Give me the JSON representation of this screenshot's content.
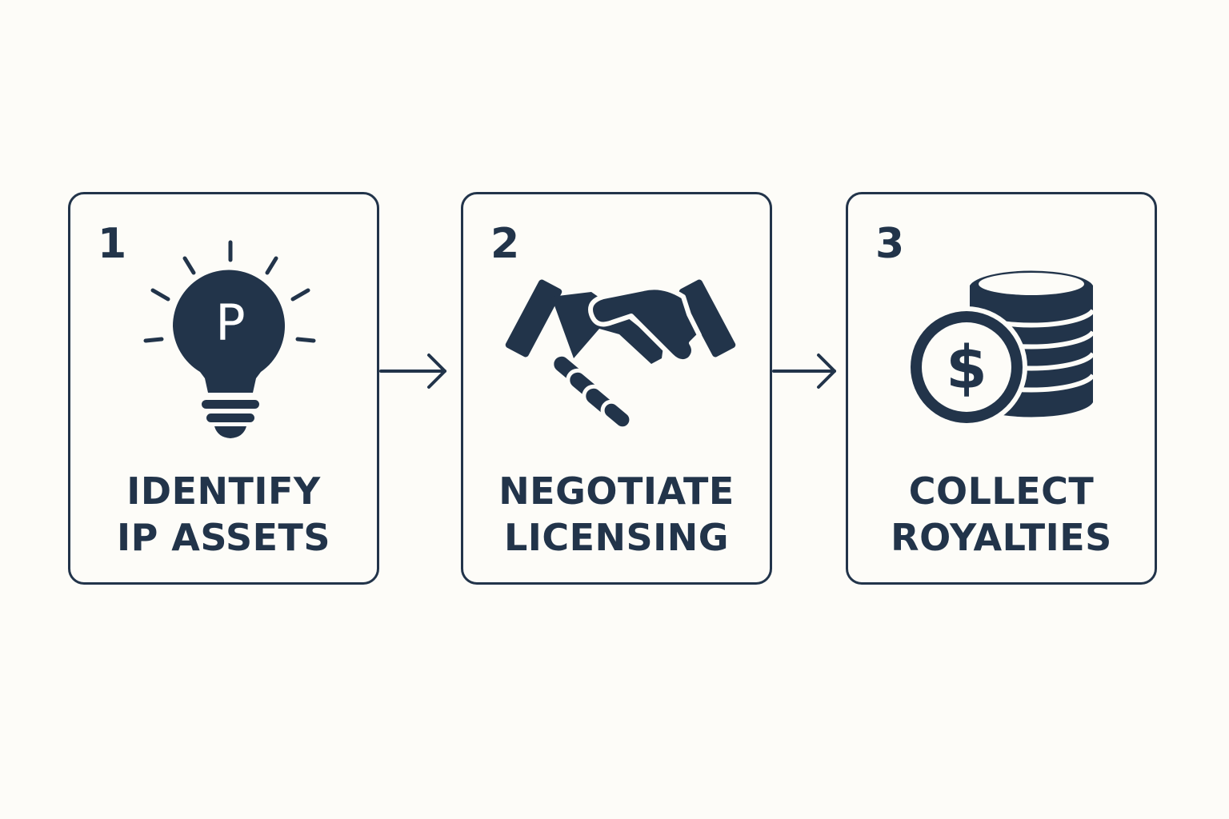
{
  "colors": {
    "ink": "#22344a",
    "background": "#fdfcf8"
  },
  "steps": [
    {
      "number": "1",
      "label_line1": "IDENTIFY",
      "label_line2": "IP ASSETS",
      "icon": "lightbulb-icon",
      "icon_letter": "P"
    },
    {
      "number": "2",
      "label_line1": "NEGOTIATE",
      "label_line2": "LICENSING",
      "icon": "handshake-icon"
    },
    {
      "number": "3",
      "label_line1": "COLLECT",
      "label_line2": "ROYALTIES",
      "icon": "coins-icon",
      "icon_symbol": "$"
    }
  ],
  "connectors": [
    {
      "from": "1",
      "to": "2",
      "icon": "arrow-right-icon"
    },
    {
      "from": "2",
      "to": "3",
      "icon": "arrow-right-icon"
    }
  ]
}
